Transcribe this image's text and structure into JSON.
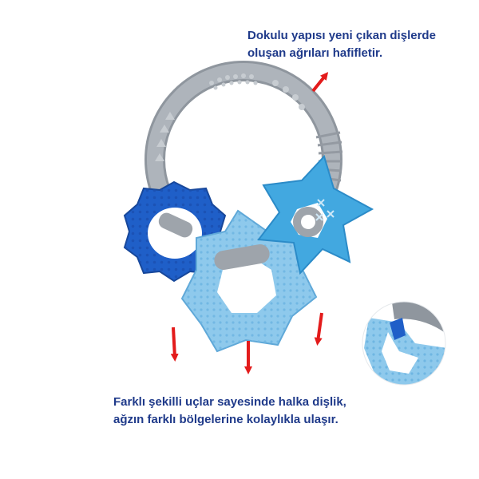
{
  "captions": {
    "top": {
      "line1": "Dokulu yapısı yeni çıkan dişlerde",
      "line2": "oluşan ağrıları hafifletir."
    },
    "bottom": {
      "line1": "Farklı şekilli uçlar sayesinde halka dişlik,",
      "line2": "ağzın farklı bölgelerine kolaylıkla ulaşır."
    }
  },
  "colors": {
    "caption_text": "#1f3a8a",
    "arrow": "#e31b1b",
    "ring_gray": "#a9afb6",
    "royal_blue": "#1f5fc8",
    "light_blue": "#8ec9ec",
    "sky_blue": "#42a8e0"
  },
  "icons": {
    "ring": "gray-teether-ring",
    "flower": "royal-blue-flower-teether",
    "hexagon": "light-blue-hexagon-teether",
    "star": "sky-blue-star-teether",
    "inset": "closeup-texture-inset"
  }
}
